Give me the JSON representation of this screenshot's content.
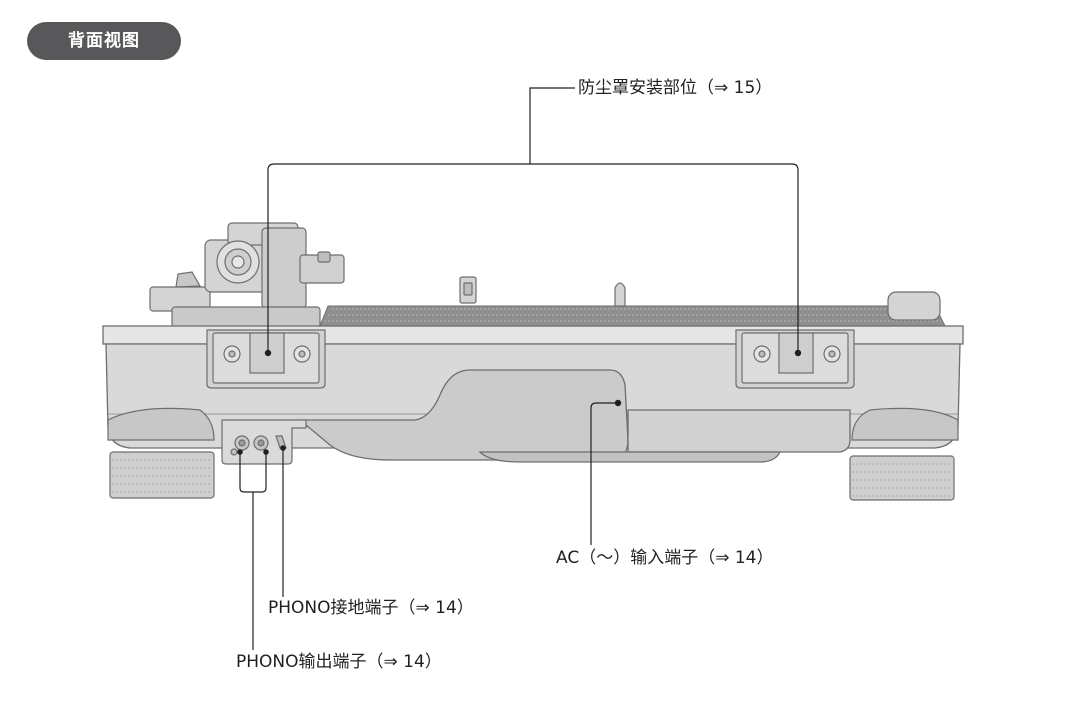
{
  "section_title": "背面视图",
  "callouts": {
    "dust_cover_mount": "防尘罩安装部位（⇒ 15）",
    "ac_input": "AC（～）输入端子（⇒ 14）",
    "phono_ground": "PHONO接地端子（⇒ 14）",
    "phono_output": "PHONO输出端子（⇒ 14）"
  },
  "colors": {
    "header_bg": "#58585a",
    "body_fill": "#d9d9d9",
    "shade_fill": "#c4c4c4",
    "line": "#6d6e70"
  }
}
